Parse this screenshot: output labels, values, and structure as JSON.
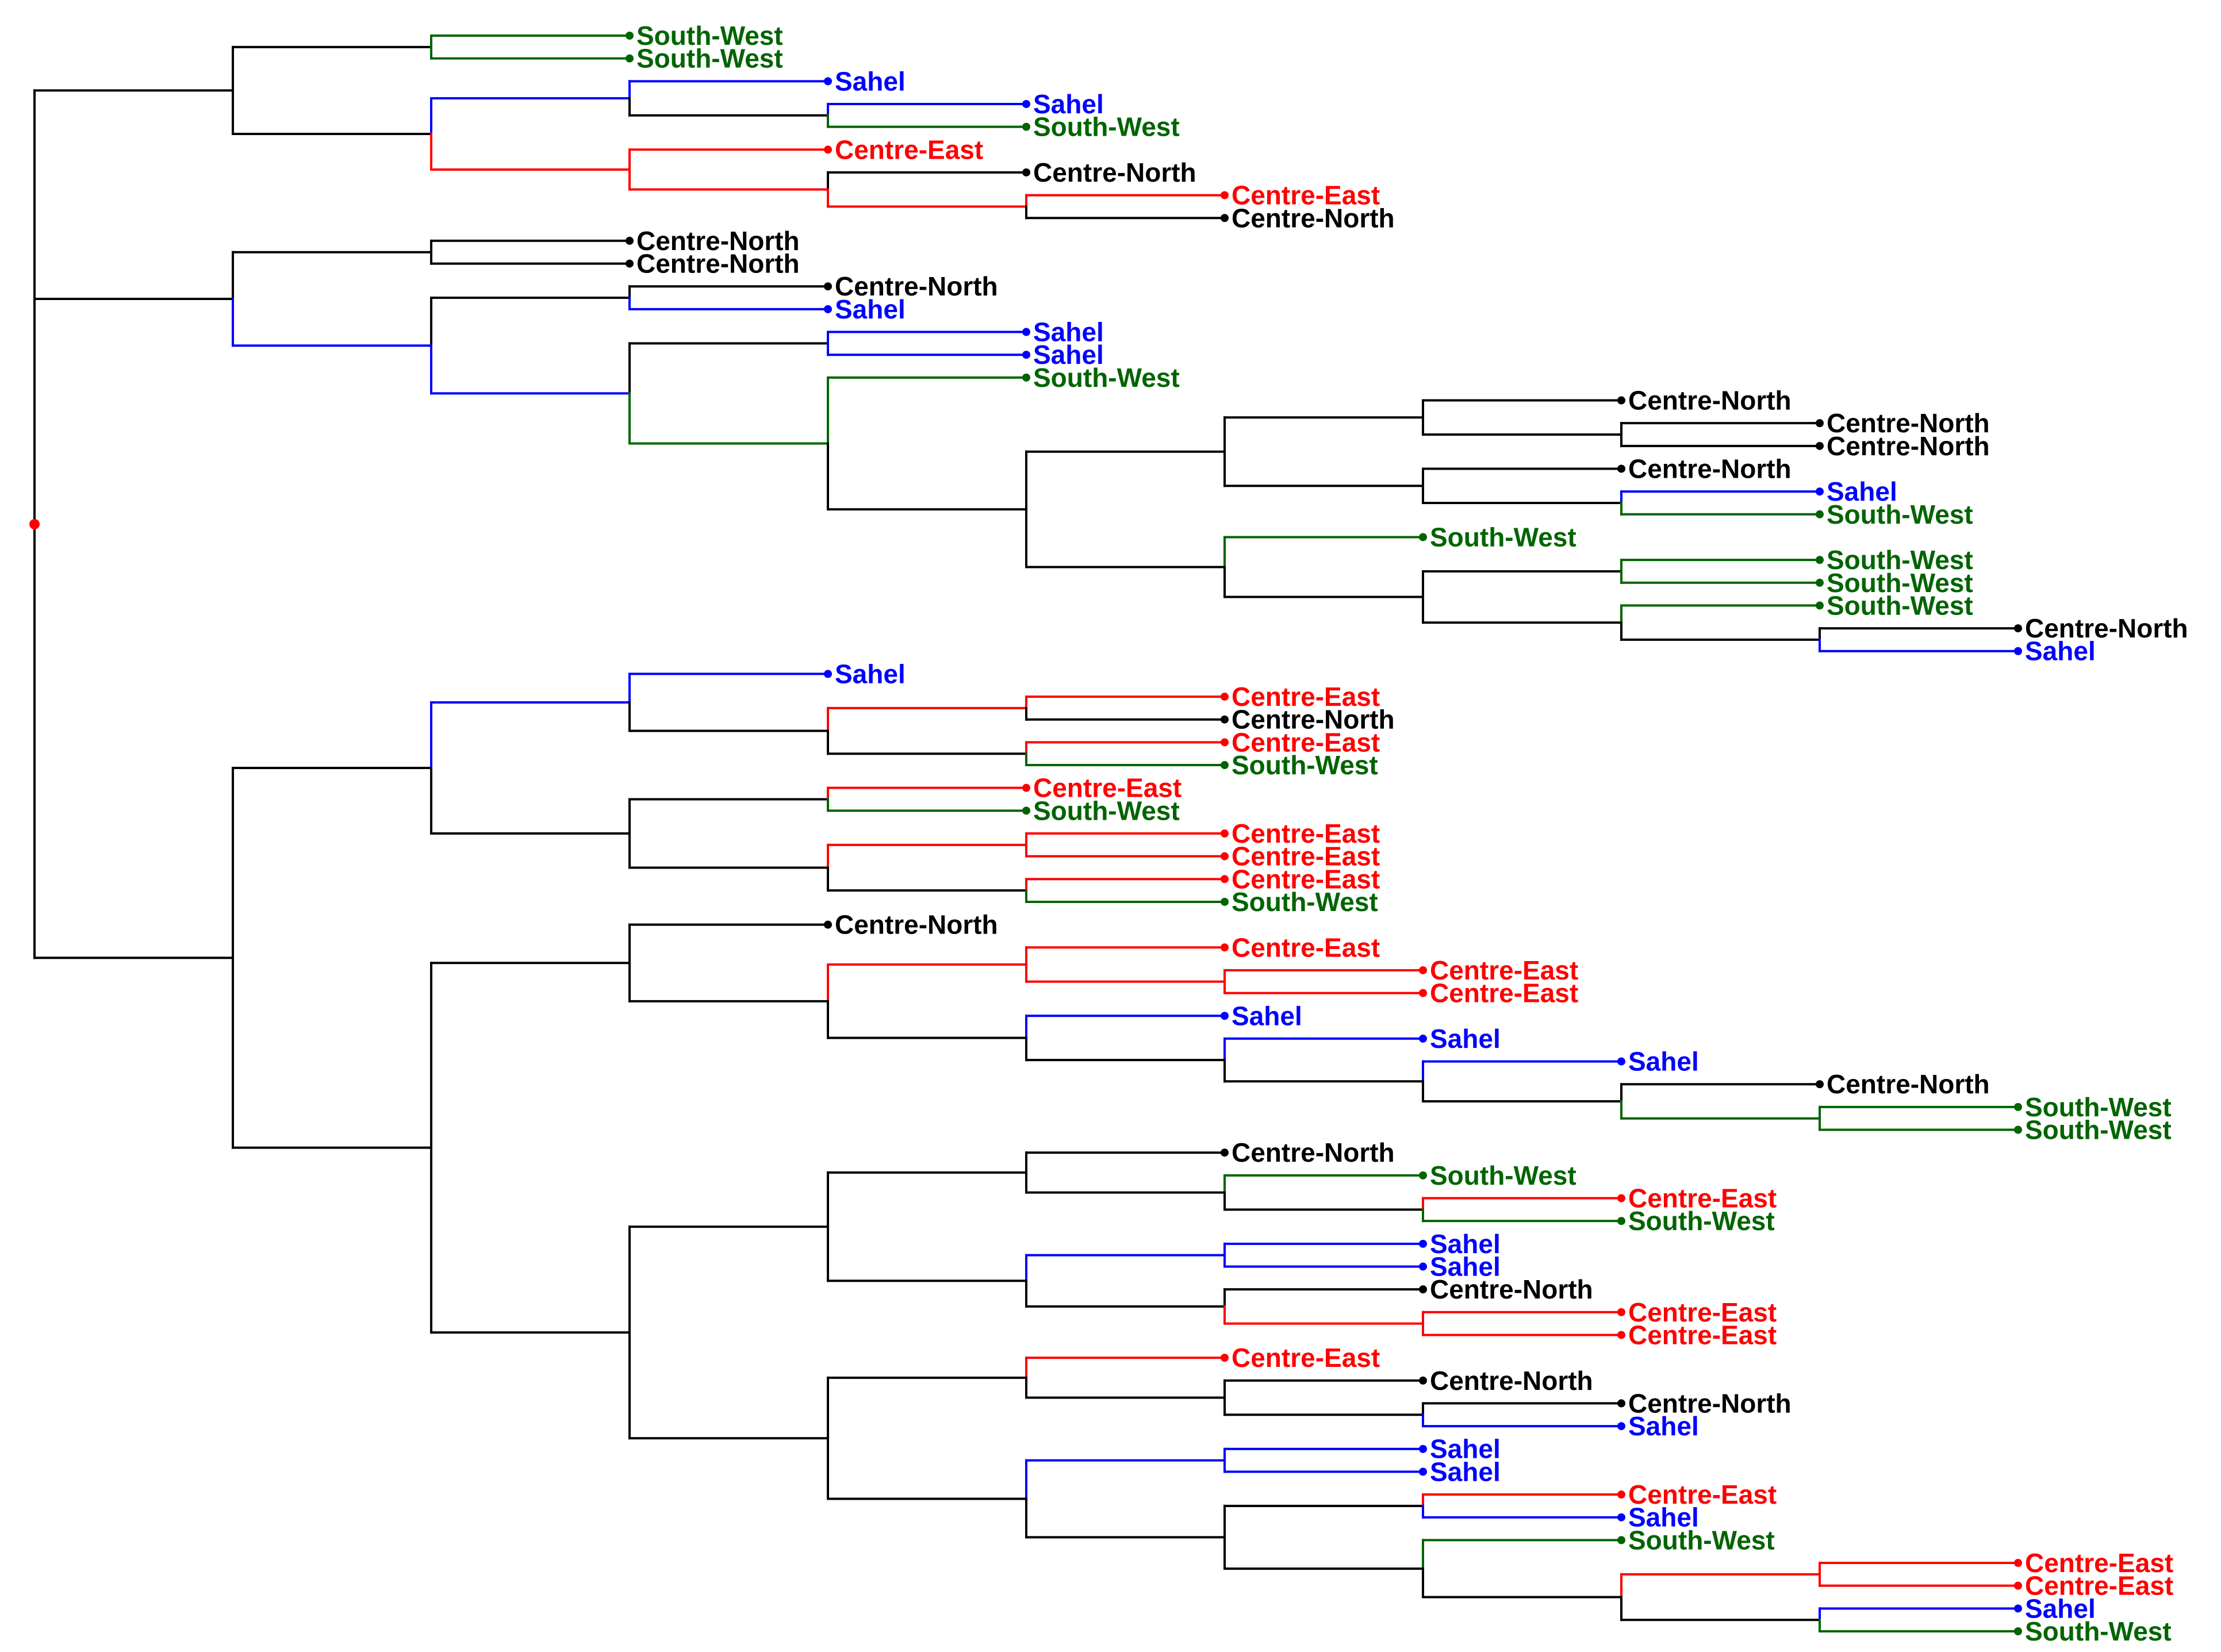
{
  "colors": {
    "Centre-North": "#000000",
    "Sahel": "#0000ff",
    "South-West": "#006400",
    "Centre-East": "#ff0000",
    "root_marker": "#ff0000"
  },
  "tree": {
    "c": [
      {
        "c": [
          {
            "c": [
              {
                "n": "South-West"
              },
              {
                "n": "South-West"
              }
            ]
          },
          {
            "c": [
              {
                "k": "Sahel",
                "c": [
                  {
                    "n": "Sahel"
                  },
                  {
                    "c": [
                      {
                        "n": "Sahel"
                      },
                      {
                        "n": "South-West"
                      }
                    ]
                  }
                ]
              },
              {
                "k": "Centre-East",
                "c": [
                  {
                    "n": "Centre-East"
                  },
                  {
                    "k": "Centre-East",
                    "c": [
                      {
                        "n": "Centre-North"
                      },
                      {
                        "k": "Centre-East",
                        "c": [
                          {
                            "n": "Centre-East"
                          },
                          {
                            "n": "Centre-North"
                          }
                        ]
                      }
                    ]
                  }
                ]
              }
            ]
          }
        ]
      },
      {
        "c": [
          {
            "c": [
              {
                "n": "Centre-North"
              },
              {
                "n": "Centre-North"
              }
            ]
          },
          {
            "k": "Sahel",
            "c": [
              {
                "c": [
                  {
                    "n": "Centre-North"
                  },
                  {
                    "n": "Sahel"
                  }
                ]
              },
              {
                "k": "Sahel",
                "c": [
                  {
                    "c": [
                      {
                        "n": "Sahel"
                      },
                      {
                        "n": "Sahel"
                      }
                    ]
                  },
                  {
                    "k": "South-West",
                    "c": [
                      {
                        "n": "South-West"
                      },
                      {
                        "c": [
                          {
                            "c": [
                              {
                                "c": [
                                  {
                                    "n": "Centre-North"
                                  },
                                  {
                                    "c": [
                                      {
                                        "n": "Centre-North"
                                      },
                                      {
                                        "n": "Centre-North"
                                      }
                                    ]
                                  }
                                ]
                              },
                              {
                                "c": [
                                  {
                                    "n": "Centre-North"
                                  },
                                  {
                                    "c": [
                                      {
                                        "n": "Sahel"
                                      },
                                      {
                                        "n": "South-West"
                                      }
                                    ]
                                  }
                                ]
                              }
                            ]
                          },
                          {
                            "c": [
                              {
                                "n": "South-West"
                              },
                              {
                                "c": [
                                  {
                                    "c": [
                                      {
                                        "n": "South-West"
                                      },
                                      {
                                        "n": "South-West"
                                      }
                                    ]
                                  },
                                  {
                                    "c": [
                                      {
                                        "n": "South-West"
                                      },
                                      {
                                        "c": [
                                          {
                                            "n": "Centre-North"
                                          },
                                          {
                                            "n": "Sahel"
                                          }
                                        ]
                                      }
                                    ]
                                  }
                                ]
                              }
                            ]
                          }
                        ]
                      }
                    ]
                  }
                ]
              }
            ]
          }
        ]
      },
      {
        "c": [
          {
            "c": [
              {
                "k": "Sahel",
                "c": [
                  {
                    "n": "Sahel"
                  },
                  {
                    "c": [
                      {
                        "k": "Centre-East",
                        "c": [
                          {
                            "n": "Centre-East"
                          },
                          {
                            "n": "Centre-North"
                          }
                        ]
                      },
                      {
                        "c": [
                          {
                            "n": "Centre-East"
                          },
                          {
                            "n": "South-West"
                          }
                        ]
                      }
                    ]
                  }
                ]
              },
              {
                "c": [
                  {
                    "c": [
                      {
                        "n": "Centre-East"
                      },
                      {
                        "n": "South-West"
                      }
                    ]
                  },
                  {
                    "c": [
                      {
                        "k": "Centre-East",
                        "c": [
                          {
                            "n": "Centre-East"
                          },
                          {
                            "n": "Centre-East"
                          }
                        ]
                      },
                      {
                        "c": [
                          {
                            "n": "Centre-East"
                          },
                          {
                            "n": "South-West"
                          }
                        ]
                      }
                    ]
                  }
                ]
              }
            ]
          },
          {
            "c": [
              {
                "c": [
                  {
                    "n": "Centre-North"
                  },
                  {
                    "c": [
                      {
                        "k": "Centre-East",
                        "c": [
                          {
                            "n": "Centre-East"
                          },
                          {
                            "k": "Centre-East",
                            "c": [
                              {
                                "n": "Centre-East"
                              },
                              {
                                "n": "Centre-East"
                              }
                            ]
                          }
                        ]
                      },
                      {
                        "c": [
                          {
                            "n": "Sahel"
                          },
                          {
                            "c": [
                              {
                                "n": "Sahel"
                              },
                              {
                                "c": [
                                  {
                                    "n": "Sahel"
                                  },
                                  {
                                    "c": [
                                      {
                                        "n": "Centre-North"
                                      },
                                      {
                                        "k": "South-West",
                                        "c": [
                                          {
                                            "n": "South-West"
                                          },
                                          {
                                            "n": "South-West"
                                          }
                                        ]
                                      }
                                    ]
                                  }
                                ]
                              }
                            ]
                          }
                        ]
                      }
                    ]
                  }
                ]
              },
              {
                "c": [
                  {
                    "c": [
                      {
                        "c": [
                          {
                            "n": "Centre-North"
                          },
                          {
                            "c": [
                              {
                                "n": "South-West"
                              },
                              {
                                "c": [
                                  {
                                    "n": "Centre-East"
                                  },
                                  {
                                    "n": "South-West"
                                  }
                                ]
                              }
                            ]
                          }
                        ]
                      },
                      {
                        "c": [
                          {
                            "k": "Sahel",
                            "c": [
                              {
                                "n": "Sahel"
                              },
                              {
                                "n": "Sahel"
                              }
                            ]
                          },
                          {
                            "c": [
                              {
                                "n": "Centre-North"
                              },
                              {
                                "k": "Centre-East",
                                "c": [
                                  {
                                    "n": "Centre-East"
                                  },
                                  {
                                    "n": "Centre-East"
                                  }
                                ]
                              }
                            ]
                          }
                        ]
                      }
                    ]
                  },
                  {
                    "c": [
                      {
                        "c": [
                          {
                            "n": "Centre-East"
                          },
                          {
                            "c": [
                              {
                                "n": "Centre-North"
                              },
                              {
                                "c": [
                                  {
                                    "n": "Centre-North"
                                  },
                                  {
                                    "n": "Sahel"
                                  }
                                ]
                              }
                            ]
                          }
                        ]
                      },
                      {
                        "c": [
                          {
                            "k": "Sahel",
                            "c": [
                              {
                                "n": "Sahel"
                              },
                              {
                                "n": "Sahel"
                              }
                            ]
                          },
                          {
                            "c": [
                              {
                                "c": [
                                  {
                                    "n": "Centre-East"
                                  },
                                  {
                                    "n": "Sahel"
                                  }
                                ]
                              },
                              {
                                "c": [
                                  {
                                    "n": "South-West"
                                  },
                                  {
                                    "c": [
                                      {
                                        "k": "Centre-East",
                                        "c": [
                                          {
                                            "n": "Centre-East"
                                          },
                                          {
                                            "n": "Centre-East"
                                          }
                                        ]
                                      },
                                      {
                                        "c": [
                                          {
                                            "n": "Sahel"
                                          },
                                          {
                                            "n": "South-West"
                                          }
                                        ]
                                      }
                                    ]
                                  }
                                ]
                              }
                            ]
                          }
                        ]
                      }
                    ]
                  }
                ]
              }
            ]
          }
        ]
      }
    ]
  }
}
